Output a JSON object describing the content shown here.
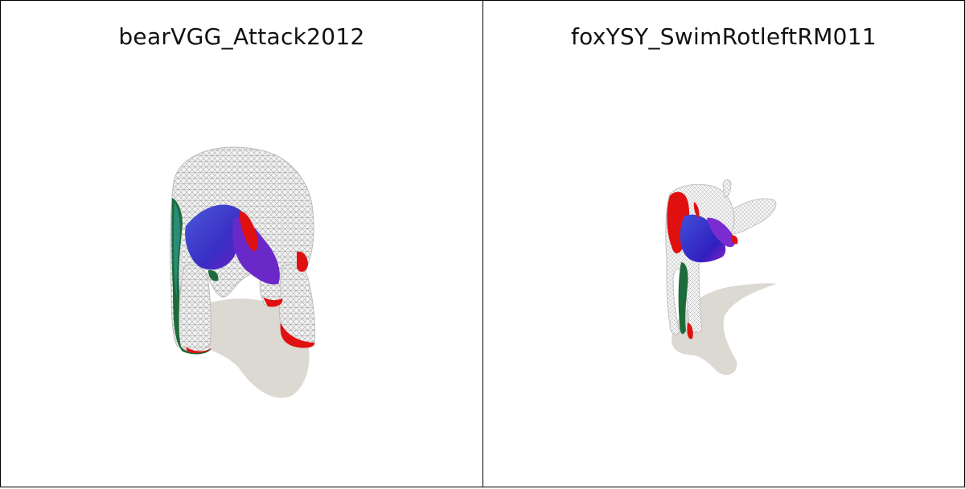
{
  "panels": [
    {
      "title": "bearVGG_Attack2012",
      "subject": "bear-mesh-render"
    },
    {
      "title": "foxYSY_SwimRotleftRM011",
      "subject": "fox-mesh-render"
    }
  ],
  "colors": {
    "shadow": "#dcd9d2",
    "wireframe": "#d9d9d9",
    "blue": "#3a3fc8",
    "purple": "#7a2fd0",
    "red": "#e01010",
    "green": "#1d6b3a",
    "teal": "#2a8c7a"
  }
}
